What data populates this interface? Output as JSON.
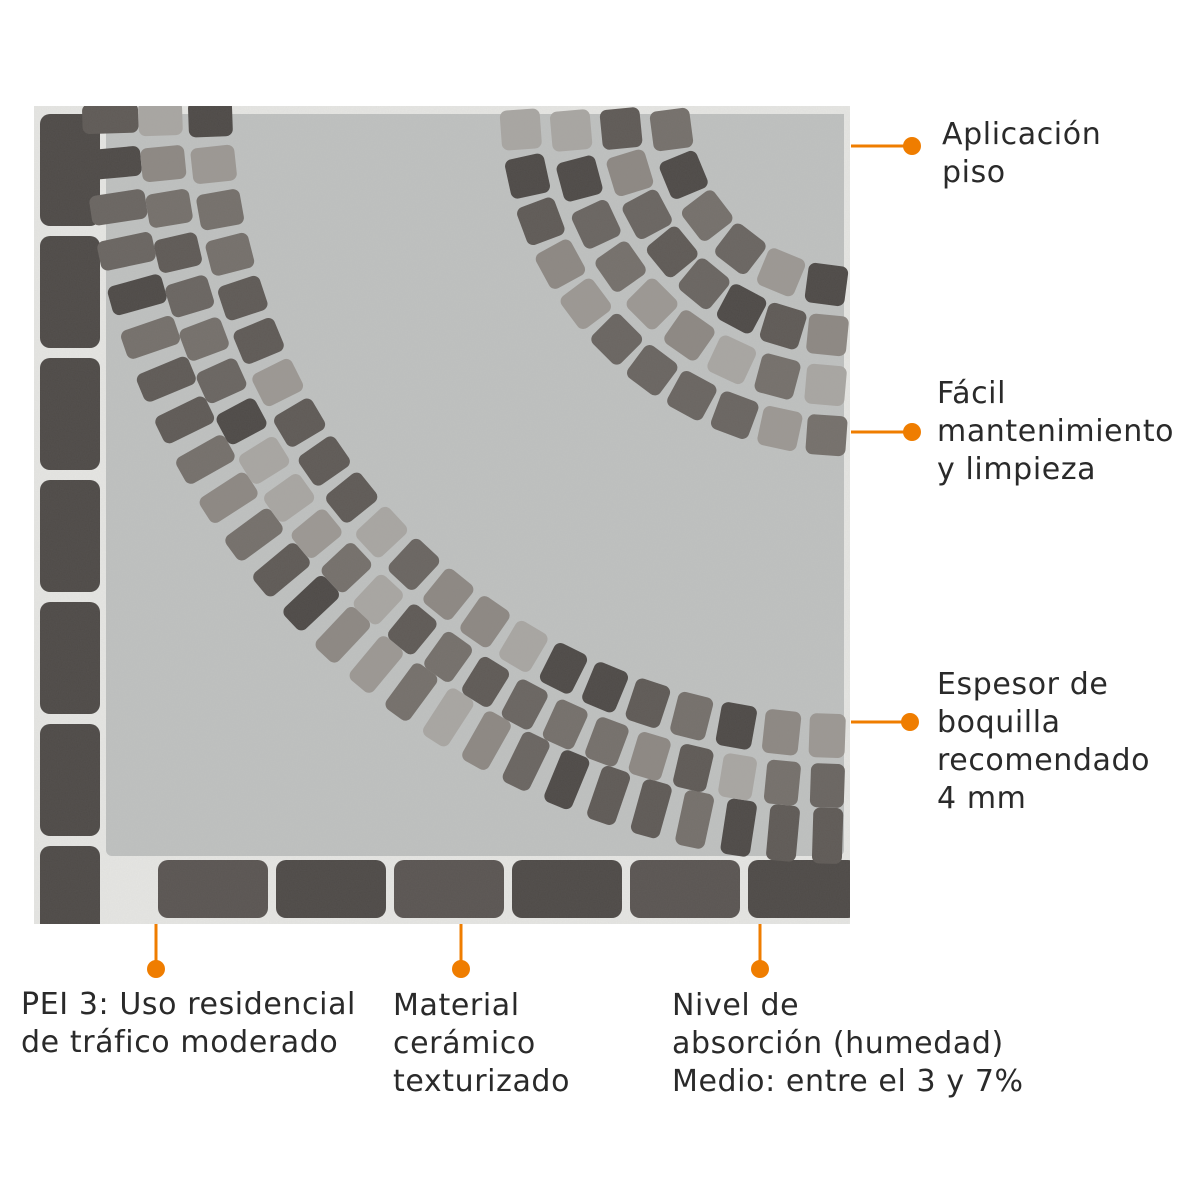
{
  "colors": {
    "accent": "#ef7d00",
    "text": "#2a2a2a",
    "tile_base": "#bfc1c0",
    "grout": "#e6e6e3",
    "stone_dark": "#4e4a47",
    "stone_mid": "#75706b",
    "stone_light": "#a9a6a2"
  },
  "image": {
    "subject": "ceramic-floor-tile-icon"
  },
  "callouts": {
    "application": {
      "text": "Aplicación\npiso",
      "icon": "dot-marker-icon"
    },
    "maintenance": {
      "text": "Fácil\nmantenimiento\ny limpieza",
      "icon": "dot-marker-icon"
    },
    "grout": {
      "text": "Espesor de\nboquilla\nrecomendado\n4 mm",
      "icon": "dot-marker-icon"
    },
    "pei": {
      "text": "PEI 3: Uso residencial\nde tráfico moderado",
      "icon": "dot-marker-icon"
    },
    "material": {
      "text": "Material\ncerámico\ntexturizado",
      "icon": "dot-marker-icon"
    },
    "absorption": {
      "text": "Nivel de\nabsorción (humedad)\nMedio: entre el 3 y 7%",
      "icon": "dot-marker-icon"
    }
  }
}
